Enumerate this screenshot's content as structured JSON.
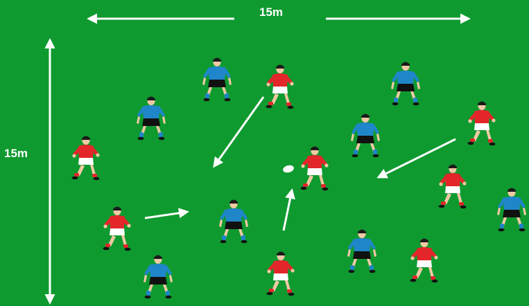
{
  "dimensions": {
    "width_label": "15m",
    "height_label": "15m"
  },
  "colors": {
    "field": "#0f9a2f",
    "team_red": "#e3262a",
    "team_blue": "#1f86c9",
    "shorts_red_team": "#ffffff",
    "shorts_blue_team": "#111111",
    "arrows": "#ffffff",
    "skin": "#f1c9a5",
    "hair": "#1a1a1a"
  },
  "teams": {
    "red": {
      "player_count": 8
    },
    "blue": {
      "player_count": 8
    }
  },
  "ball": {
    "icon": "rugby-ball-icon"
  },
  "movement_arrows": {
    "count": 4
  }
}
